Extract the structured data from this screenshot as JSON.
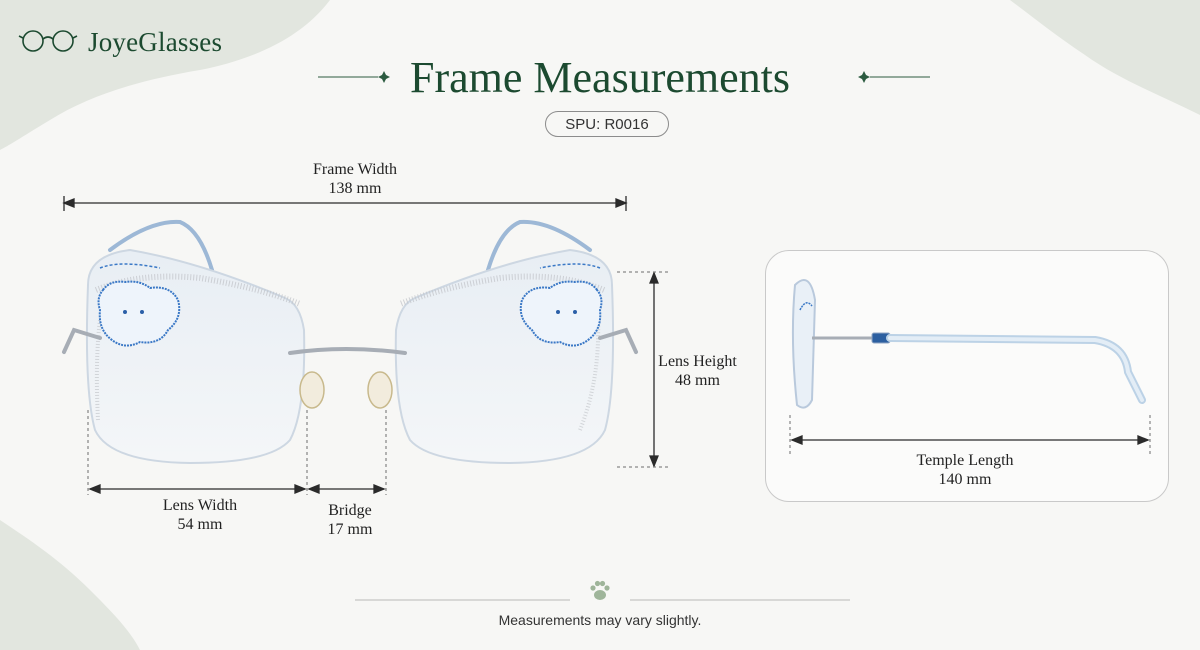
{
  "brand": {
    "name": "JoyeGlasses",
    "logo_icon": "glasses-icon"
  },
  "header": {
    "title": "Frame Measurements",
    "spu": "SPU: R0016"
  },
  "measurements": {
    "frame_width": {
      "label": "Frame Width",
      "value": "138 mm"
    },
    "lens_width": {
      "label": "Lens Width",
      "value": "54 mm"
    },
    "bridge": {
      "label": "Bridge",
      "value": "17 mm"
    },
    "lens_height": {
      "label": "Lens Height",
      "value": "48 mm"
    },
    "temple_length": {
      "label": "Temple Length",
      "value": "140 mm"
    }
  },
  "footer": {
    "note": "Measurements may vary slightly.",
    "icon": "paw-icon"
  },
  "colors": {
    "accent": "#1c4a30",
    "blob": "#dfe3dc",
    "line": "#2b2b2b"
  }
}
